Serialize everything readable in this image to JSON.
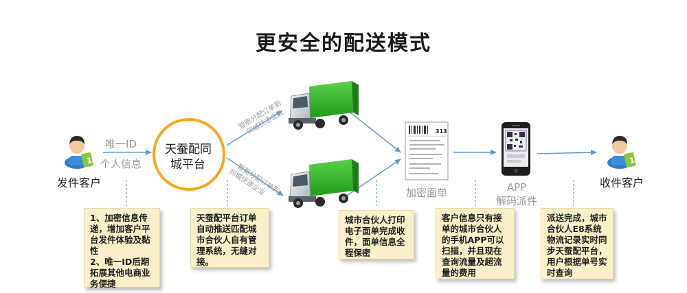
{
  "title": "更安全的配送模式",
  "nodes": {
    "sender": "发件客户",
    "receiver": "收件客户",
    "platform_line1": "天蚕配同",
    "platform_line2": "城平台",
    "waybill": "加密面单",
    "app_line1": "APP",
    "app_line2": "解码派件"
  },
  "edge_labels": {
    "unique_id": "唯一ID",
    "personal_info": "个人信息",
    "dispatch_line1": "智能分配订单到",
    "dispatch_line2": "同城快递企业"
  },
  "waybill_text": {
    "code": "313"
  },
  "notes": [
    "1、加密信息传递，增加客户平台发件体验及黏性\n2、唯一ID后期拓展其他电商业务便捷",
    "天蚕配平台订单自动推送匹配城市合伙人自有管理系统，无缝对接。",
    "城市合伙人打印电子面单完成收件，面单信息全程保密",
    "客户信息只有接单的城市合伙人的手机APP可以扫描，并且现在查询流量及超流量的费用",
    "派送完成，城市合伙人E8系统物流记录实时同步天蚕配平台，用户根据单号实时查询"
  ],
  "colors": {
    "arrow": "#5b9bd5",
    "platform_ring": "#f5a623",
    "truck_cargo": "#3cb52e",
    "note_bg": "#fbf0c9"
  },
  "icons": [
    "person-icon",
    "truck-icon",
    "waybill-icon",
    "phone-icon"
  ]
}
